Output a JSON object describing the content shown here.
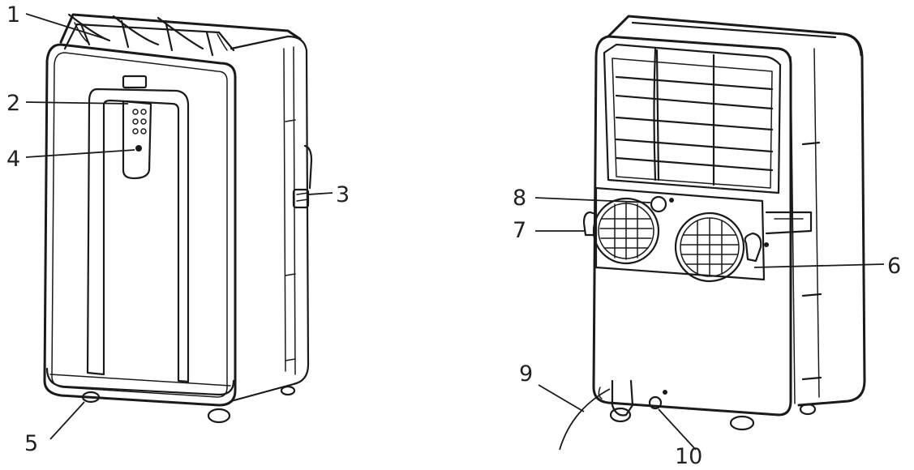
{
  "figure": {
    "front_view": {
      "callouts": [
        {
          "id": "1",
          "label": "1"
        },
        {
          "id": "2",
          "label": "2"
        },
        {
          "id": "3",
          "label": "3"
        },
        {
          "id": "4",
          "label": "4"
        },
        {
          "id": "5",
          "label": "5"
        }
      ]
    },
    "rear_view": {
      "callouts": [
        {
          "id": "6",
          "label": "6"
        },
        {
          "id": "7",
          "label": "7"
        },
        {
          "id": "8",
          "label": "8"
        },
        {
          "id": "9",
          "label": "9"
        },
        {
          "id": "10",
          "label": "10"
        }
      ]
    },
    "colors": {
      "ink": "#1a1a1a",
      "background": "#ffffff"
    }
  }
}
